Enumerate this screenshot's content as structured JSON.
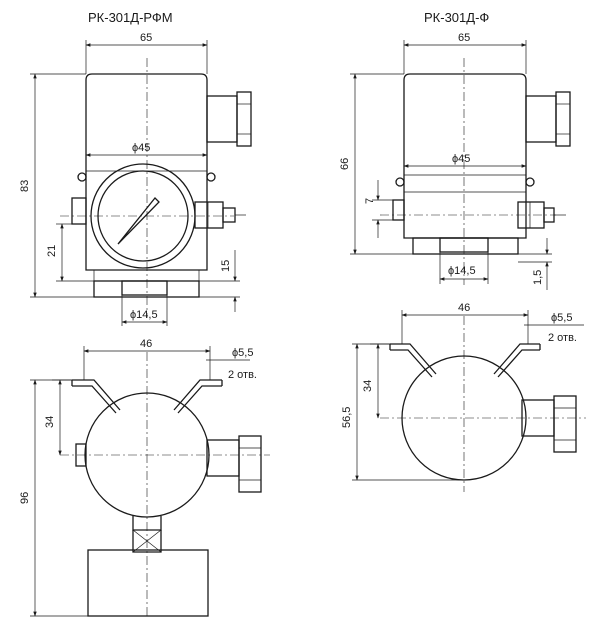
{
  "titles": {
    "left": "РК-301Д-РФМ",
    "right": "РК-301Д-Ф"
  },
  "left_front": {
    "width": "65",
    "height": "83",
    "diameter_body": "ϕ45",
    "height_mid": "21",
    "base_height": "15",
    "base_diameter": "ϕ14,5"
  },
  "right_front": {
    "width": "65",
    "height": "66",
    "diameter_body": "ϕ45",
    "offset": "7",
    "base_diameter": "ϕ14,5",
    "base_height": "1,5"
  },
  "left_top": {
    "bracket_span": "46",
    "hole_diameter": "ϕ5,5",
    "holes": "2 отв.",
    "center_offset": "34",
    "overall": "96"
  },
  "right_top": {
    "bracket_span": "46",
    "hole_diameter": "ϕ5,5",
    "holes": "2 отв.",
    "center_offset": "34",
    "overall": "56,5"
  }
}
